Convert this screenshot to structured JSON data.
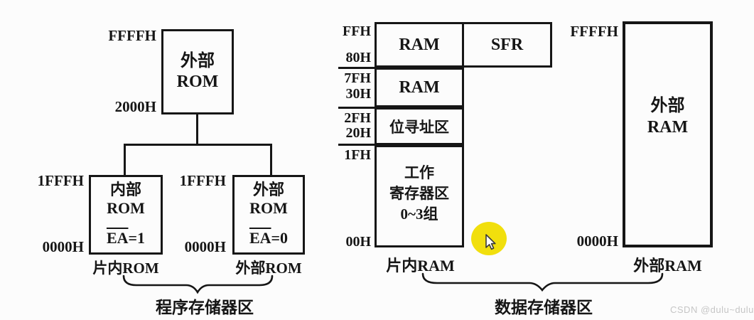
{
  "program_memory": {
    "top_box": {
      "line1": "外部",
      "line2": "ROM",
      "top_addr": "FFFFH",
      "bottom_addr": "2000H"
    },
    "internal_box": {
      "line1": "内部",
      "line2": "ROM",
      "ea_label": "EA",
      "ea_value": "=1",
      "top_addr": "1FFFH",
      "bottom_addr": "0000H",
      "caption": "片内ROM"
    },
    "external_box": {
      "line1": "外部",
      "line2": "ROM",
      "ea_label": "EA",
      "ea_value": "=0",
      "top_addr": "1FFFH",
      "bottom_addr": "0000H",
      "caption": "外部ROM"
    },
    "brace_caption": "程序存储器区"
  },
  "data_memory": {
    "internal": {
      "rows": [
        {
          "top_addr": "FFH",
          "bottom_addr": "80H",
          "label": "RAM"
        },
        {
          "top_addr": "7FH",
          "bottom_addr": "30H",
          "label": "RAM"
        },
        {
          "top_addr": "2FH",
          "bottom_addr": "20H",
          "label": "位寻址区"
        },
        {
          "top_addr": "1FH",
          "bottom_addr": "00H",
          "line1": "工作",
          "line2": "寄存器区",
          "line3": "0~3组"
        }
      ],
      "sfr_label": "SFR",
      "caption": "片内RAM"
    },
    "external": {
      "line1": "外部",
      "line2": "RAM",
      "top_addr": "FFFFH",
      "bottom_addr": "0000H",
      "caption": "外部RAM"
    },
    "brace_caption": "数据存储器区"
  },
  "watermark": "CSDN @dulu~dulu",
  "colors": {
    "line": "#161616",
    "highlight_yellow": "#f1df0d",
    "watermark_gray": "#c6c6c6"
  }
}
